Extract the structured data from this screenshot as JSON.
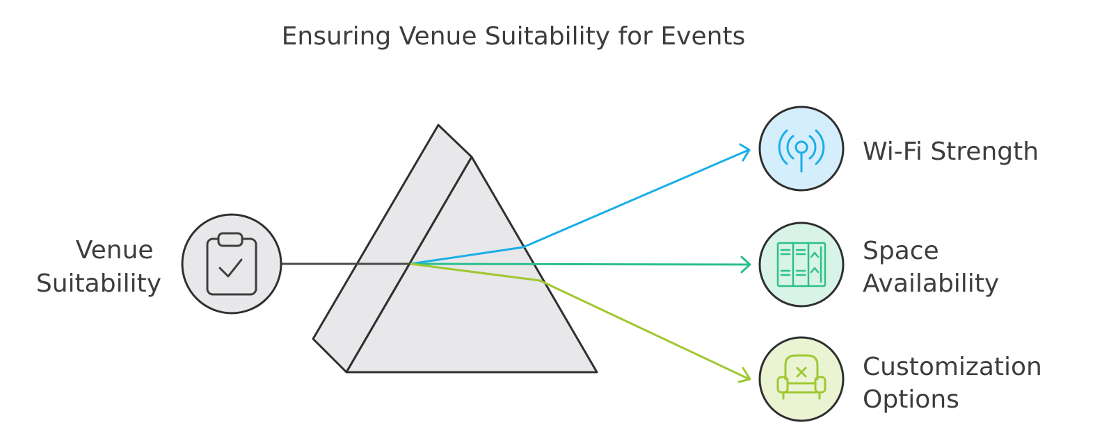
{
  "title": "Ensuring Venue Suitability for Events",
  "source": {
    "label_lines": [
      "Venue",
      "Suitability"
    ],
    "icon": "clipboard-check-icon"
  },
  "outputs": [
    {
      "label_lines": [
        "Wi-Fi Strength"
      ],
      "icon": "wifi-antenna-icon",
      "color": "#1aaee8",
      "fill": "#d5eefb"
    },
    {
      "label_lines": [
        "Space",
        "Availability"
      ],
      "icon": "storage-lockers-icon",
      "color": "#2cbf8c",
      "fill": "#d8f3e7"
    },
    {
      "label_lines": [
        "Customization",
        "Options"
      ],
      "icon": "armchair-icon",
      "color": "#9fc832",
      "fill": "#eaf3d2"
    }
  ],
  "colors": {
    "outline": "#2f2f2f",
    "prism": "#e8e7ea",
    "text": "#3d3d3d"
  }
}
